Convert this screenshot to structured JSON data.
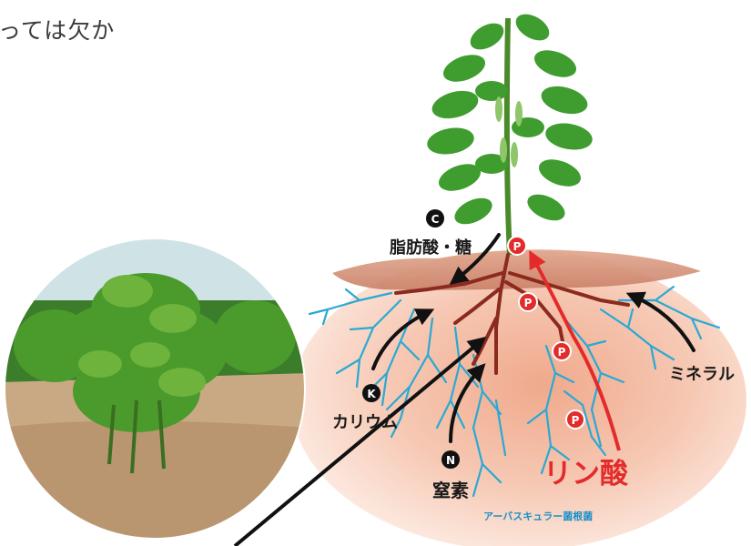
{
  "top_text": "っては欠か",
  "labels": {
    "carbon_badge": "C",
    "carbon": "脂肪酸・糖",
    "potassium_badge": "K",
    "potassium": "カリウム",
    "nitrogen_badge": "N",
    "nitrogen": "窒素",
    "phosphate_badge": "P",
    "phosphate": "リン酸",
    "minerals": "ミネラル",
    "fungi": "アーバスキュラー菌根菌"
  },
  "colors": {
    "root": "#8b2a1e",
    "hyphae": "#29a9d4",
    "phosphate": "#e32b2b",
    "soil_glow": "#f3c2a8",
    "leaf": "#3f9c2f"
  }
}
